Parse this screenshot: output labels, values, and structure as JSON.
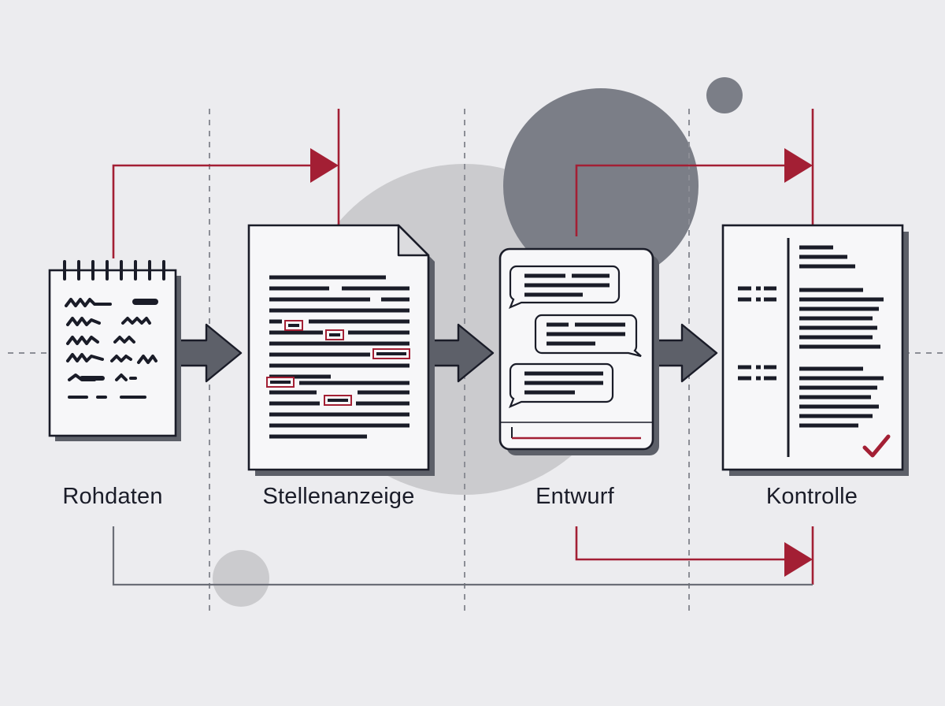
{
  "stages": [
    {
      "id": "raw",
      "label": "Rohdaten",
      "icon": "notepad-icon"
    },
    {
      "id": "job",
      "label": "Stellenanzeige",
      "icon": "document-icon"
    },
    {
      "id": "draft",
      "label": "Entwurf",
      "icon": "chat-window-icon"
    },
    {
      "id": "review",
      "label": "Kontrolle",
      "icon": "checked-document-icon"
    }
  ],
  "colors": {
    "background": "#ececef",
    "ink": "#1a1c28",
    "accent": "#a31f34",
    "arrow": "#5d6069",
    "circle_dark": "#7a7d86",
    "circle_light": "#cbcbce",
    "guide": "#8c8e96"
  }
}
